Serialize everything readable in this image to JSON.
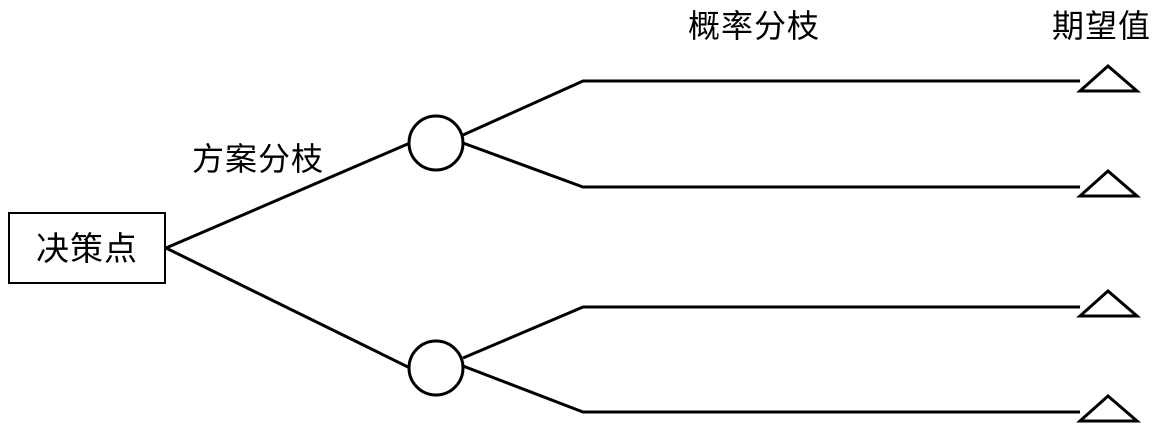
{
  "diagram": {
    "decision_node_label": "决策点",
    "option_branch_label": "方案分枝",
    "probability_branch_label": "概率分枝",
    "expected_value_label": "期望值",
    "stroke_color": "#000000",
    "background_color": "#ffffff"
  }
}
